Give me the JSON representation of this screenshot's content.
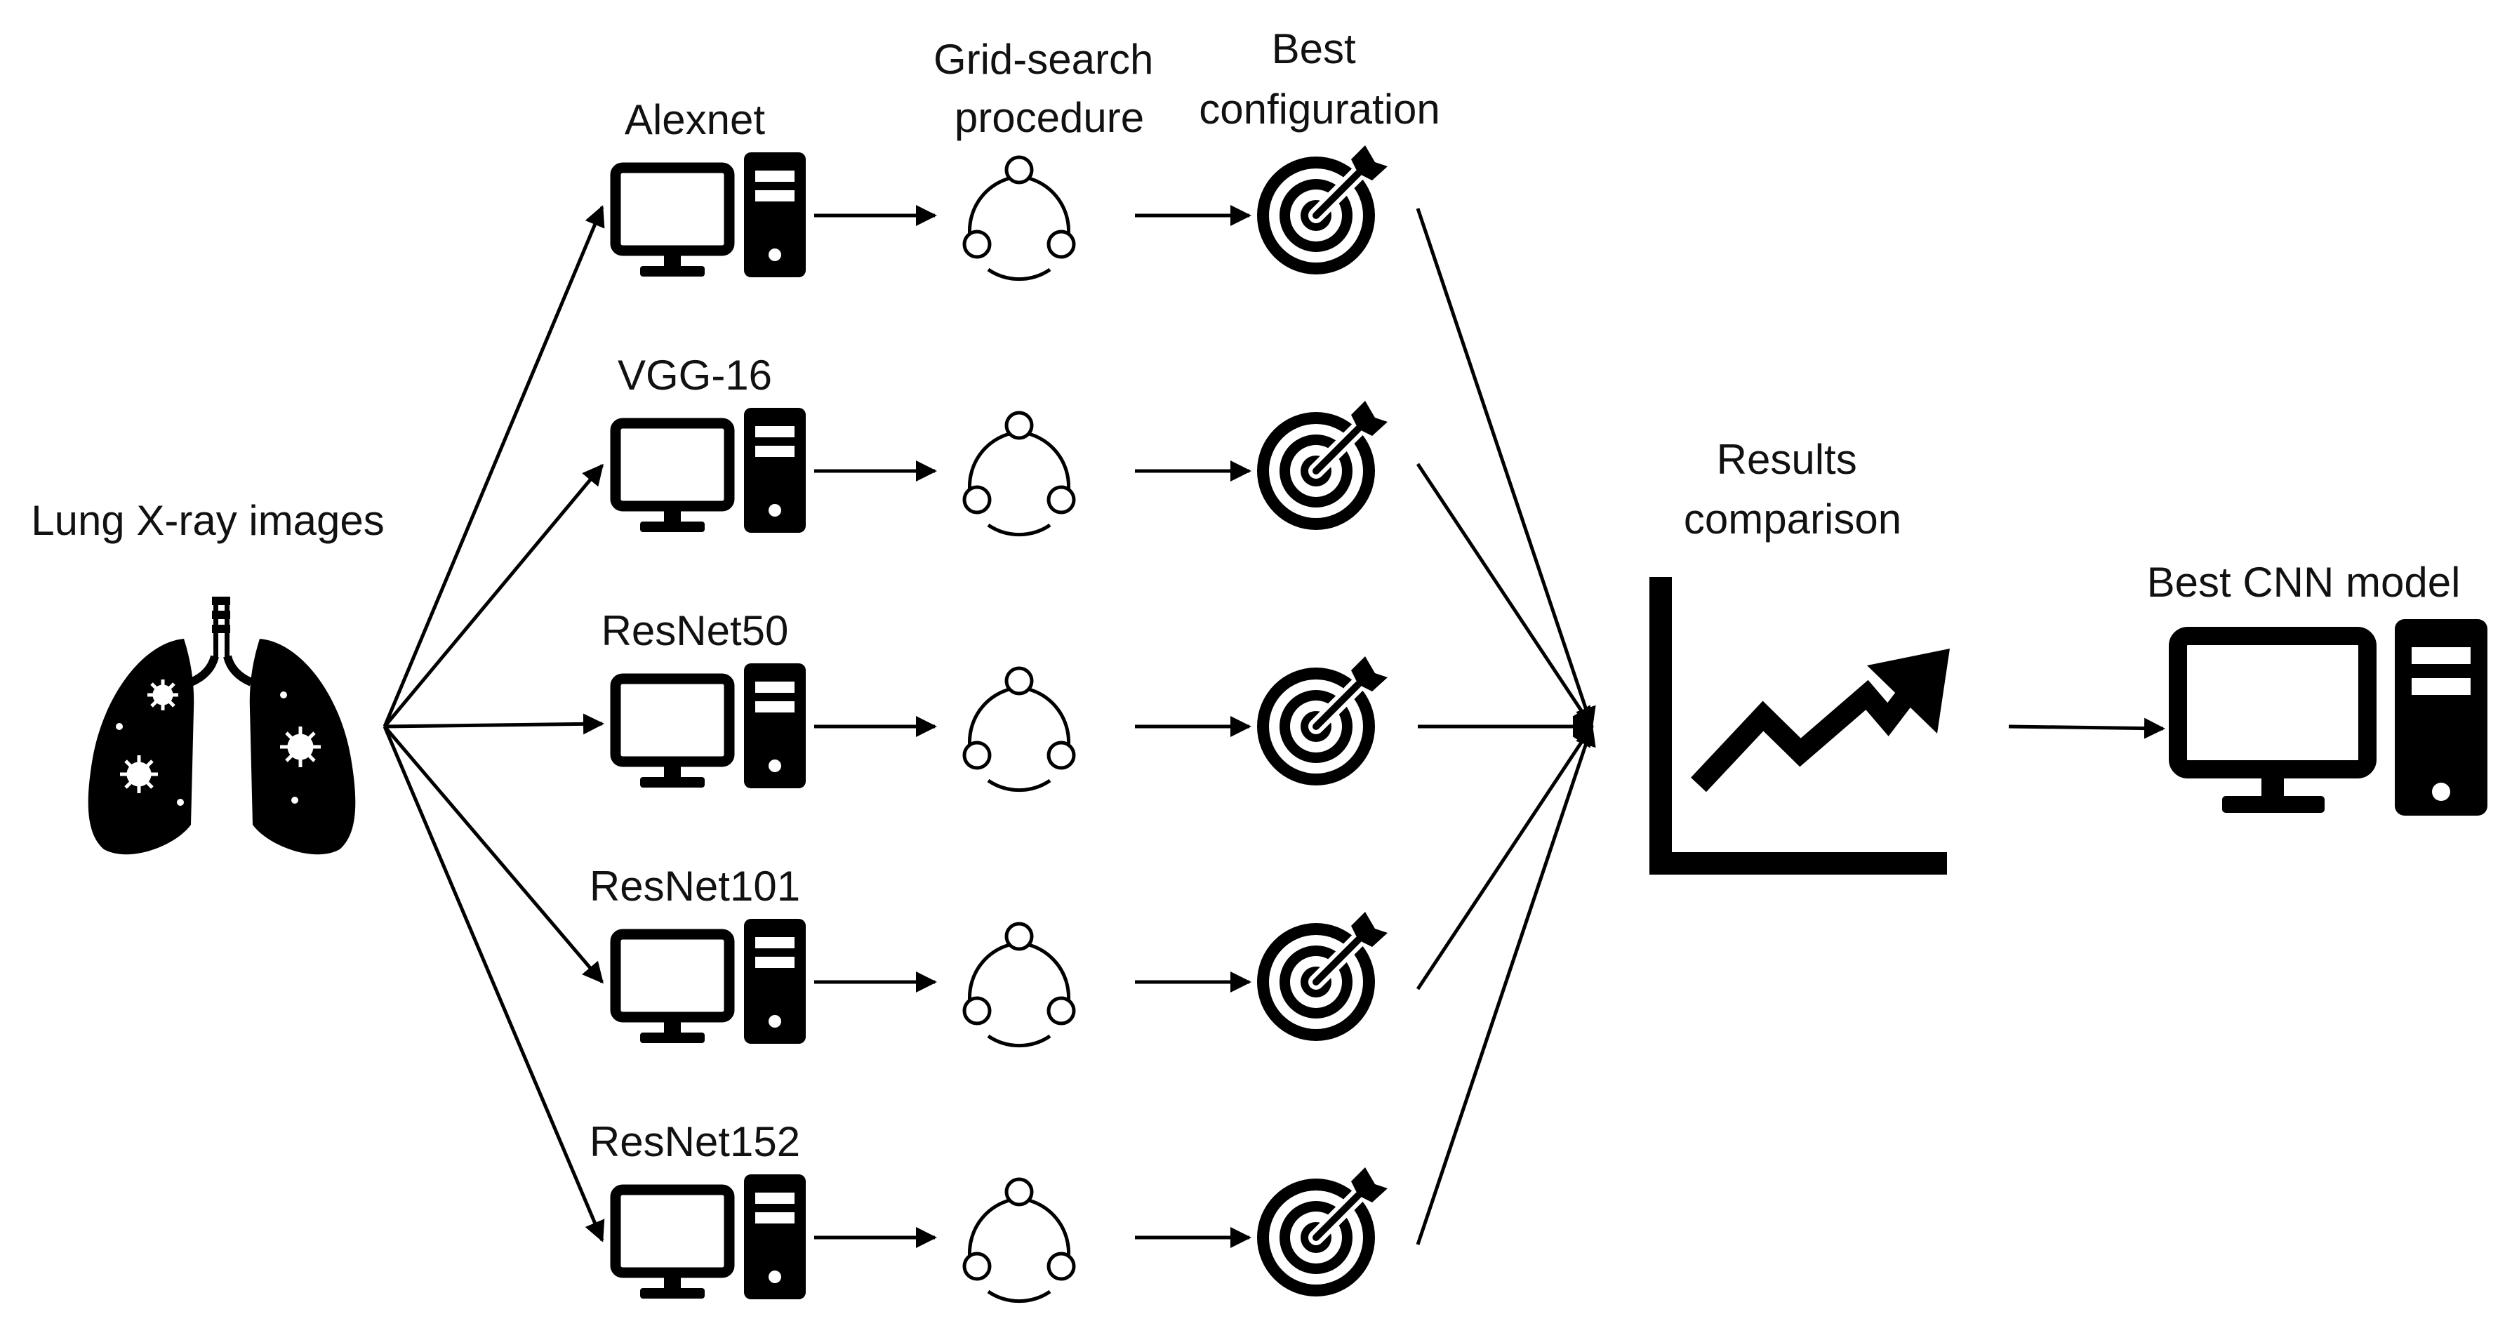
{
  "input": {
    "label": "Lung X-ray images",
    "icon": "lungs-virus-icon"
  },
  "headers": {
    "grid_search": [
      "Grid-search",
      "procedure"
    ],
    "best_config": [
      "Best",
      "configuration"
    ]
  },
  "models": [
    {
      "name": "Alexnet"
    },
    {
      "name": "VGG-16"
    },
    {
      "name": "ResNet50"
    },
    {
      "name": "ResNet101"
    },
    {
      "name": "ResNet152"
    }
  ],
  "comparison": {
    "label": [
      "Results",
      "comparison"
    ],
    "icon": "line-chart-trend-icon"
  },
  "output": {
    "label": "Best CNN model",
    "icon": "desktop-computer-icon"
  },
  "colors": {
    "ink": "#000000",
    "background": "#ffffff"
  }
}
